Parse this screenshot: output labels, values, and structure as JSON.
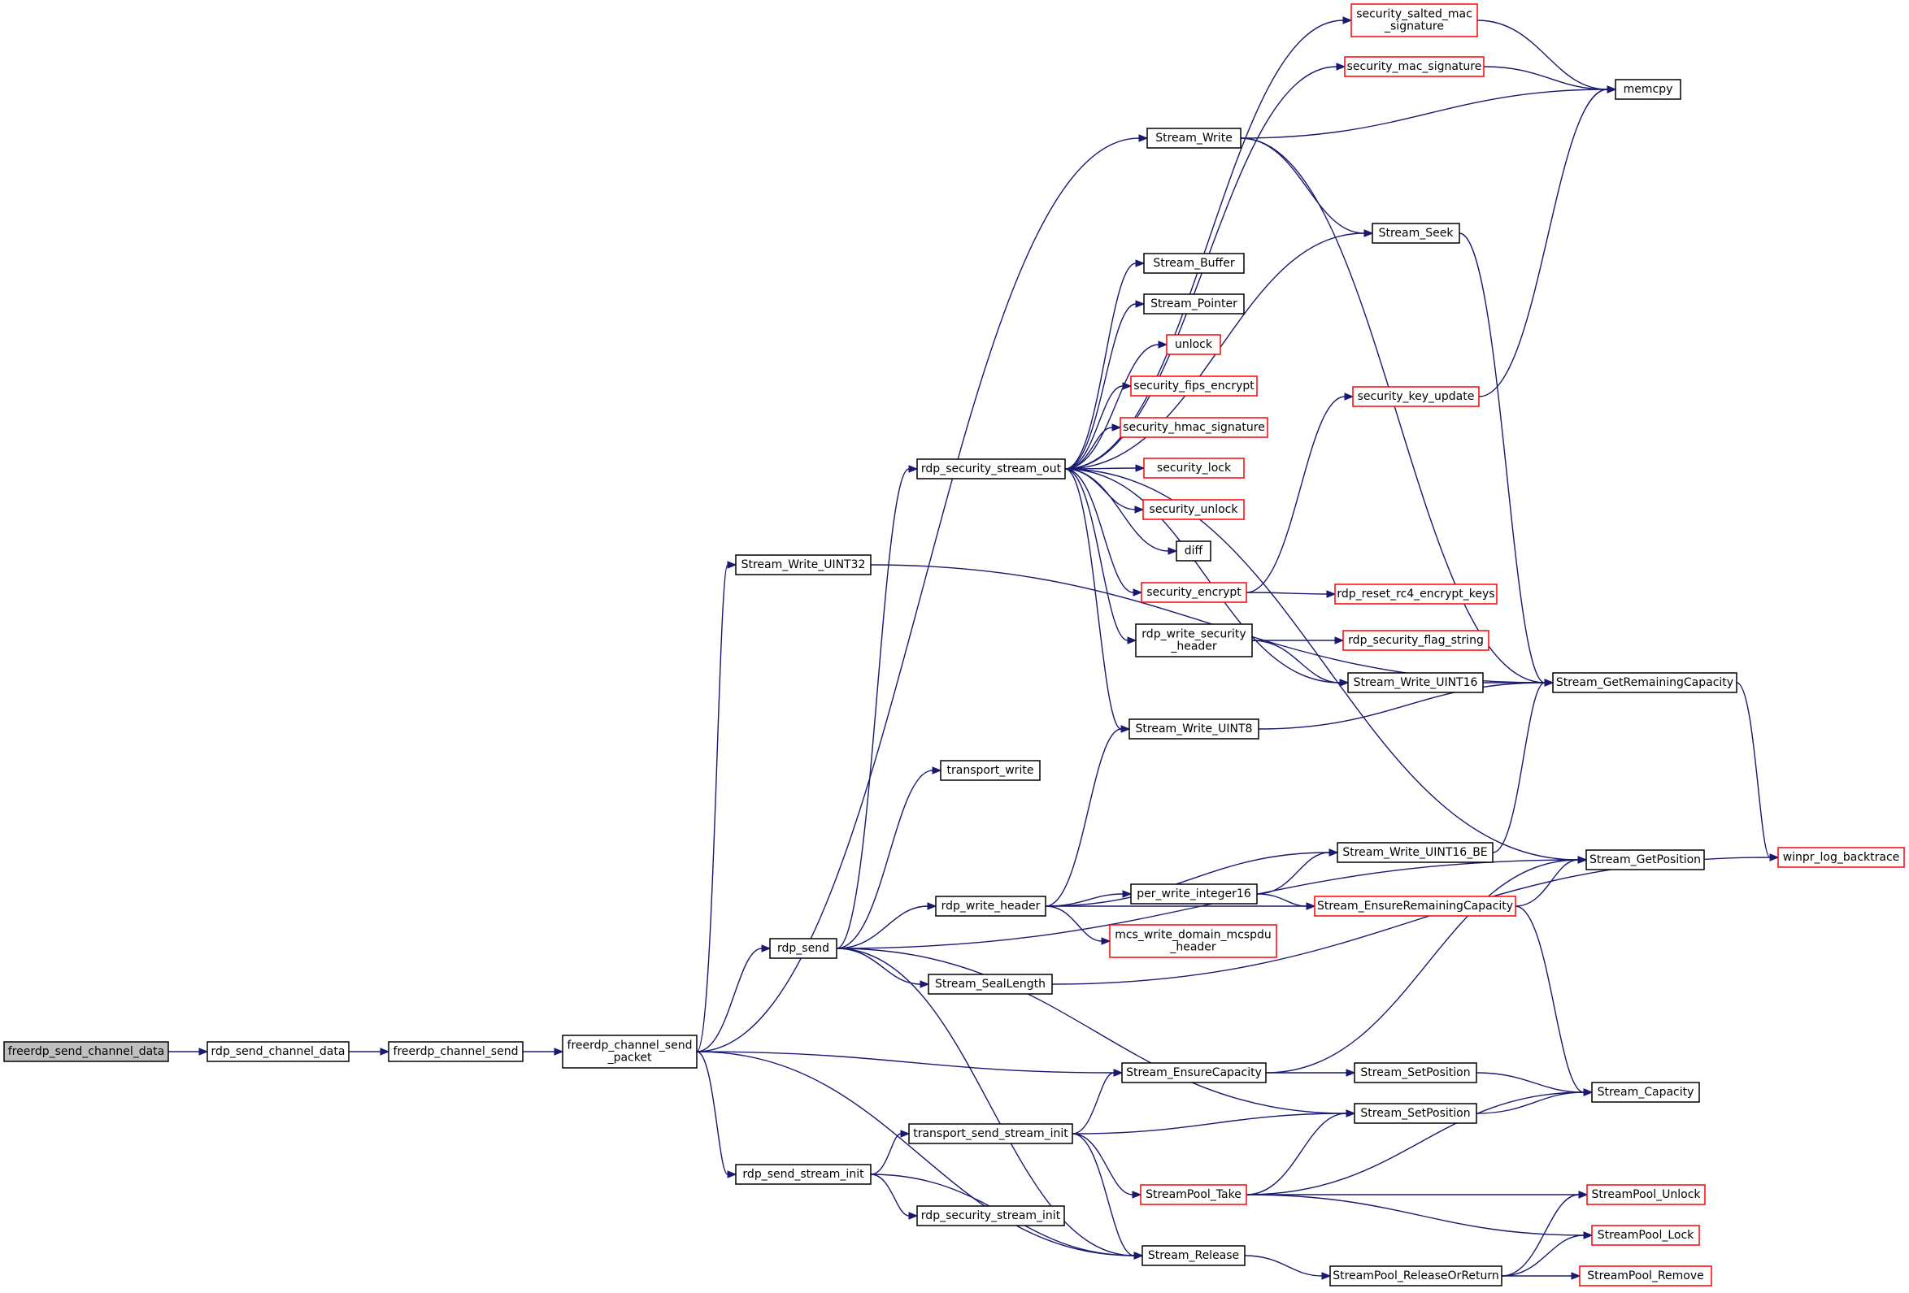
{
  "colors": {
    "edge": "#191970",
    "external_border": "#ff0000",
    "normal_border": "#000000",
    "root_fill": "#bfbfbf"
  },
  "nodes": [
    {
      "id": "root",
      "lines": [
        "freerdp_send_channel_data"
      ]
    },
    {
      "id": "rsc",
      "lines": [
        "rdp_send_channel_data"
      ]
    },
    {
      "id": "fcs",
      "lines": [
        "freerdp_channel_send"
      ]
    },
    {
      "id": "fcsp",
      "lines": [
        "freerdp_channel_send",
        "_packet"
      ]
    },
    {
      "id": "swu32",
      "lines": [
        "Stream_Write_UINT32"
      ]
    },
    {
      "id": "rdpsend",
      "lines": [
        "rdp_send"
      ]
    },
    {
      "id": "rssi",
      "lines": [
        "rdp_send_stream_init"
      ]
    },
    {
      "id": "rsso",
      "lines": [
        "rdp_security_stream_out"
      ]
    },
    {
      "id": "tw",
      "lines": [
        "transport_write"
      ]
    },
    {
      "id": "rwh",
      "lines": [
        "rdp_write_header"
      ]
    },
    {
      "id": "ssl",
      "lines": [
        "Stream_SealLength"
      ]
    },
    {
      "id": "tssi",
      "lines": [
        "transport_send_stream_init"
      ]
    },
    {
      "id": "rsecsi",
      "lines": [
        "rdp_security_stream_init"
      ]
    },
    {
      "id": "ssms",
      "lines": [
        "security_salted_mac",
        "_signature"
      ]
    },
    {
      "id": "sms",
      "lines": [
        "security_mac_signature"
      ]
    },
    {
      "id": "sw",
      "lines": [
        "Stream_Write"
      ]
    },
    {
      "id": "sbuf",
      "lines": [
        "Stream_Buffer"
      ]
    },
    {
      "id": "sptr",
      "lines": [
        "Stream_Pointer"
      ]
    },
    {
      "id": "unlock",
      "lines": [
        "unlock"
      ]
    },
    {
      "id": "sfe",
      "lines": [
        "security_fips_encrypt"
      ]
    },
    {
      "id": "shs",
      "lines": [
        "security_hmac_signature"
      ]
    },
    {
      "id": "slock",
      "lines": [
        "security_lock"
      ]
    },
    {
      "id": "sunlock",
      "lines": [
        "security_unlock"
      ]
    },
    {
      "id": "diff",
      "lines": [
        "diff"
      ]
    },
    {
      "id": "senc",
      "lines": [
        "security_encrypt"
      ]
    },
    {
      "id": "rwsh",
      "lines": [
        "rdp_write_security",
        "_header"
      ]
    },
    {
      "id": "swu8",
      "lines": [
        "Stream_Write_UINT8"
      ]
    },
    {
      "id": "pwi16",
      "lines": [
        "per_write_integer16"
      ]
    },
    {
      "id": "mwdmh",
      "lines": [
        "mcs_write_domain_mcspdu",
        "_header"
      ]
    },
    {
      "id": "sec",
      "lines": [
        "Stream_EnsureCapacity"
      ]
    },
    {
      "id": "sp_take",
      "lines": [
        "StreamPool_Take"
      ]
    },
    {
      "id": "srel",
      "lines": [
        "Stream_Release"
      ]
    },
    {
      "id": "sseek",
      "lines": [
        "Stream_Seek"
      ]
    },
    {
      "id": "sku",
      "lines": [
        "security_key_update"
      ]
    },
    {
      "id": "rrek",
      "lines": [
        "rdp_reset_rc4_encrypt_keys"
      ]
    },
    {
      "id": "rsfs",
      "lines": [
        "rdp_security_flag_string"
      ]
    },
    {
      "id": "swu16",
      "lines": [
        "Stream_Write_UINT16"
      ]
    },
    {
      "id": "swu16be",
      "lines": [
        "Stream_Write_UINT16_BE"
      ]
    },
    {
      "id": "serc",
      "lines": [
        "Stream_EnsureRemainingCapacity"
      ]
    },
    {
      "id": "ssp1",
      "lines": [
        "Stream_SetPosition"
      ]
    },
    {
      "id": "ssp2",
      "lines": [
        "Stream_SetPosition"
      ]
    },
    {
      "id": "spror",
      "lines": [
        "StreamPool_ReleaseOrReturn"
      ]
    },
    {
      "id": "memcpy",
      "lines": [
        "memcpy"
      ]
    },
    {
      "id": "sgrc",
      "lines": [
        "Stream_GetRemainingCapacity"
      ]
    },
    {
      "id": "sgp",
      "lines": [
        "Stream_GetPosition"
      ]
    },
    {
      "id": "scap",
      "lines": [
        "Stream_Capacity"
      ]
    },
    {
      "id": "spu",
      "lines": [
        "StreamPool_Unlock"
      ]
    },
    {
      "id": "spl",
      "lines": [
        "StreamPool_Lock"
      ]
    },
    {
      "id": "spr",
      "lines": [
        "StreamPool_Remove"
      ]
    },
    {
      "id": "wlb",
      "lines": [
        "winpr_log_backtrace"
      ]
    }
  ],
  "edges": [
    [
      "root",
      "rsc"
    ],
    [
      "rsc",
      "fcs"
    ],
    [
      "fcs",
      "fcsp"
    ],
    [
      "fcsp",
      "swu32"
    ],
    [
      "fcsp",
      "sw"
    ],
    [
      "fcsp",
      "rdpsend"
    ],
    [
      "fcsp",
      "sec"
    ],
    [
      "fcsp",
      "rssi"
    ],
    [
      "fcsp",
      "srel"
    ],
    [
      "swu32",
      "sgrc"
    ],
    [
      "rdpsend",
      "rsso"
    ],
    [
      "rdpsend",
      "tw"
    ],
    [
      "rdpsend",
      "rwh"
    ],
    [
      "rdpsend",
      "sgp"
    ],
    [
      "rdpsend",
      "ssl"
    ],
    [
      "rdpsend",
      "ssp2"
    ],
    [
      "rdpsend",
      "srel"
    ],
    [
      "rssi",
      "tssi"
    ],
    [
      "rssi",
      "rsecsi"
    ],
    [
      "rssi",
      "srel"
    ],
    [
      "tssi",
      "sec"
    ],
    [
      "tssi",
      "ssp2"
    ],
    [
      "tssi",
      "sp_take"
    ],
    [
      "tssi",
      "srel"
    ],
    [
      "rsso",
      "ssms"
    ],
    [
      "rsso",
      "sms"
    ],
    [
      "rsso",
      "sseek"
    ],
    [
      "rsso",
      "sbuf"
    ],
    [
      "rsso",
      "sptr"
    ],
    [
      "rsso",
      "unlock"
    ],
    [
      "rsso",
      "sfe"
    ],
    [
      "rsso",
      "shs"
    ],
    [
      "rsso",
      "slock"
    ],
    [
      "rsso",
      "sunlock"
    ],
    [
      "rsso",
      "diff"
    ],
    [
      "rsso",
      "senc"
    ],
    [
      "rsso",
      "rwsh"
    ],
    [
      "rsso",
      "swu16"
    ],
    [
      "rsso",
      "swu8"
    ],
    [
      "rsso",
      "sgp"
    ],
    [
      "ssms",
      "memcpy"
    ],
    [
      "sms",
      "memcpy"
    ],
    [
      "sw",
      "memcpy"
    ],
    [
      "sw",
      "sseek"
    ],
    [
      "sw",
      "sgrc"
    ],
    [
      "sseek",
      "sgrc"
    ],
    [
      "senc",
      "sku"
    ],
    [
      "senc",
      "rrek"
    ],
    [
      "sku",
      "memcpy"
    ],
    [
      "rwsh",
      "rsfs"
    ],
    [
      "rwsh",
      "swu16"
    ],
    [
      "swu16",
      "sgrc"
    ],
    [
      "swu8",
      "sgrc"
    ],
    [
      "sgrc",
      "wlb"
    ],
    [
      "rwh",
      "swu8"
    ],
    [
      "rwh",
      "swu16be"
    ],
    [
      "rwh",
      "pwi16"
    ],
    [
      "rwh",
      "mwdmh"
    ],
    [
      "rwh",
      "serc"
    ],
    [
      "pwi16",
      "swu16be"
    ],
    [
      "pwi16",
      "serc"
    ],
    [
      "swu16be",
      "sgrc"
    ],
    [
      "serc",
      "sgp"
    ],
    [
      "serc",
      "scap"
    ],
    [
      "ssl",
      "wlb"
    ],
    [
      "sec",
      "sgp"
    ],
    [
      "sec",
      "ssp1"
    ],
    [
      "ssp1",
      "scap"
    ],
    [
      "ssp2",
      "scap"
    ],
    [
      "sp_take",
      "ssp2"
    ],
    [
      "sp_take",
      "scap"
    ],
    [
      "sp_take",
      "spu"
    ],
    [
      "sp_take",
      "spl"
    ],
    [
      "srel",
      "spror"
    ],
    [
      "spror",
      "spu"
    ],
    [
      "spror",
      "spl"
    ],
    [
      "spror",
      "spr"
    ]
  ]
}
